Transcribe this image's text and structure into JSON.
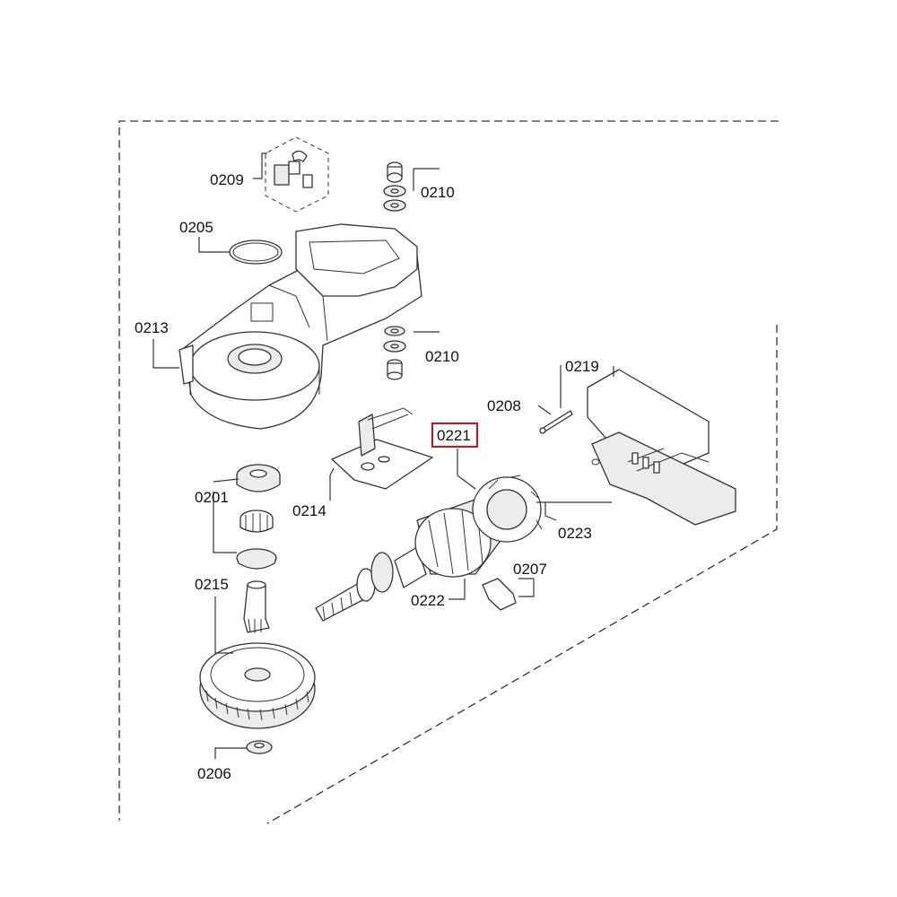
{
  "highlight_color": "#d0101a",
  "highlighted_part": "0221",
  "parts": {
    "p0209": "0209",
    "p0210a": "0210",
    "p0210b": "0210",
    "p0205": "0205",
    "p0213": "0213",
    "p0219": "0219",
    "p0208": "0208",
    "p0221": "0221",
    "p0201": "0201",
    "p0214": "0214",
    "p0223": "0223",
    "p0207": "0207",
    "p0215": "0215",
    "p0222": "0222",
    "p0206": "0206"
  }
}
